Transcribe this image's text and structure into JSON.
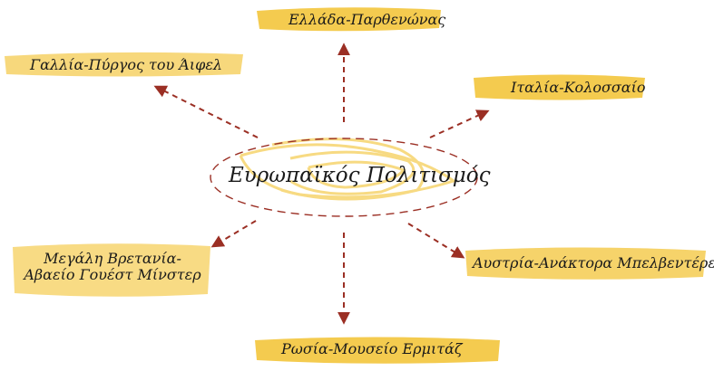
{
  "colors": {
    "accent": "#f2c230",
    "arrow": "#9b2f24",
    "ellipse": "#9b2f24",
    "text": "#1a1a1a"
  },
  "center": {
    "label": "Ευρωπαϊκός Πολιτισμός"
  },
  "nodes": [
    {
      "id": "greece",
      "label": "Ελλάδα-Παρθενώνας"
    },
    {
      "id": "france",
      "label": "Γαλλία-Πύργος του Άιφελ"
    },
    {
      "id": "italy",
      "label": "Ιταλία-Κολοσσαίο"
    },
    {
      "id": "britain",
      "lines": [
        "Μεγάλη Βρετανία-",
        "Αβαείο Γουέστ Μίνστερ"
      ]
    },
    {
      "id": "austria",
      "label": "Αυστρία-Ανάκτορα Μπελβεντέρε"
    },
    {
      "id": "russia",
      "label": "Ρωσία-Μουσείο Ερμιτάζ"
    }
  ]
}
